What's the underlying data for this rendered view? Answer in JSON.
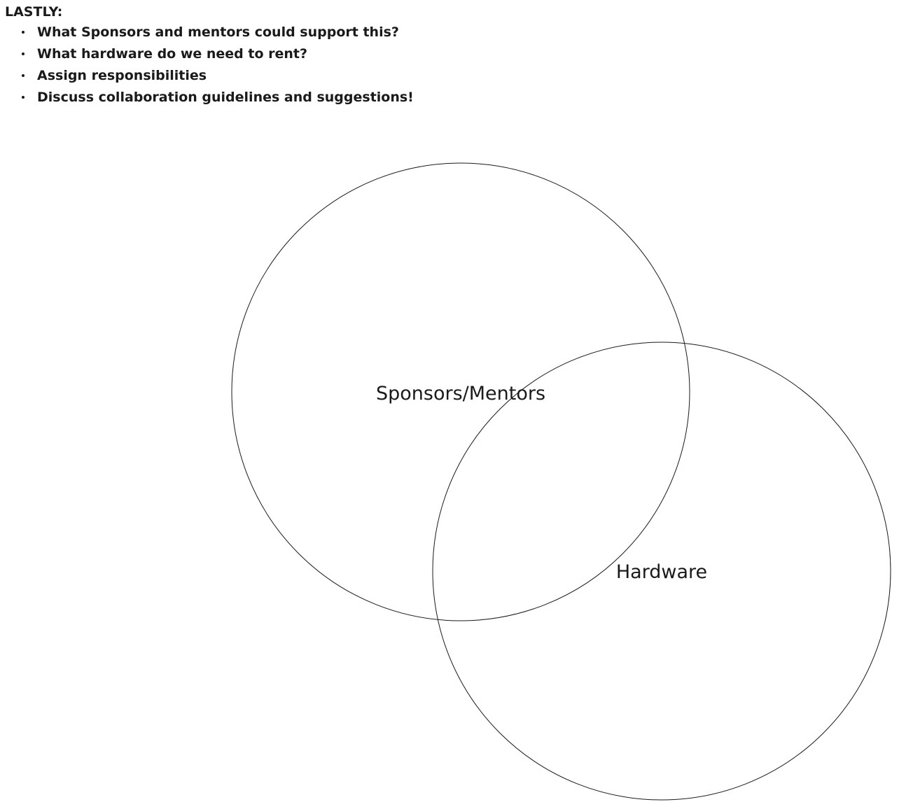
{
  "notes": {
    "heading": "LASTLY:",
    "items": [
      {
        "text": "What Sponsors and mentors could support this?"
      },
      {
        "text": "What hardware do we need to rent?"
      },
      {
        "text": "Assign responsibilities"
      },
      {
        "text": "Discuss collaboration guidelines and suggestions!"
      }
    ]
  },
  "venn": {
    "sets": [
      {
        "label": "Sponsors/Mentors"
      },
      {
        "label": "Hardware"
      }
    ]
  }
}
